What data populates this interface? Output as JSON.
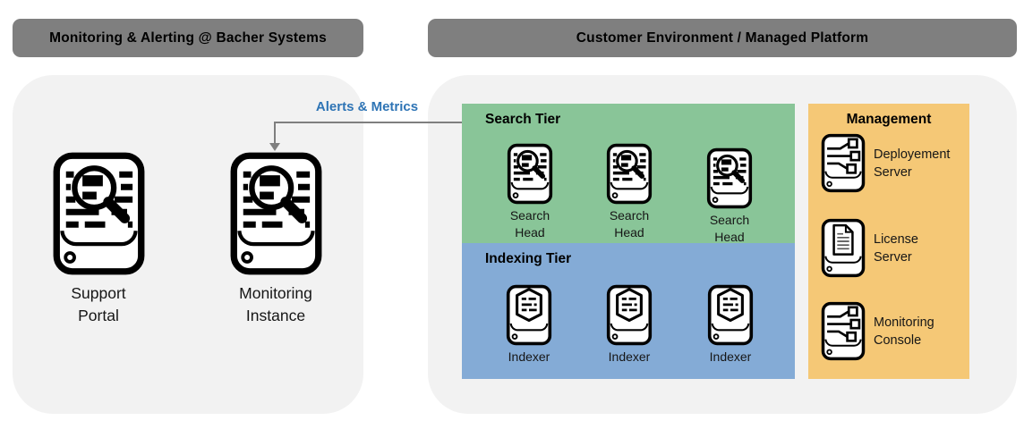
{
  "headers": {
    "monitoring": "Monitoring & Alerting @ Bacher Systems",
    "customer": "Customer Environment / Managed Platform"
  },
  "connector": {
    "label": "Alerts & Metrics"
  },
  "bacher": {
    "nodes": [
      {
        "label": "Support\nPortal",
        "icon": "search-document-appliance-icon"
      },
      {
        "label": "Monitoring\nInstance",
        "icon": "search-document-appliance-icon"
      }
    ]
  },
  "customer": {
    "search_tier": {
      "title": "Search Tier",
      "nodes": [
        {
          "label": "Search\nHead",
          "icon": "search-document-appliance-icon"
        },
        {
          "label": "Search\nHead",
          "icon": "search-document-appliance-icon"
        },
        {
          "label": "Search\nHead",
          "icon": "search-document-appliance-icon"
        }
      ]
    },
    "indexing_tier": {
      "title": "Indexing Tier",
      "nodes": [
        {
          "label": "Indexer",
          "icon": "indexer-hexagon-appliance-icon"
        },
        {
          "label": "Indexer",
          "icon": "indexer-hexagon-appliance-icon"
        },
        {
          "label": "Indexer",
          "icon": "indexer-hexagon-appliance-icon"
        }
      ]
    },
    "management": {
      "title": "Management",
      "nodes": [
        {
          "label": "Deployement\nServer",
          "icon": "deployment-topology-appliance-icon"
        },
        {
          "label": "License\nServer",
          "icon": "license-document-appliance-icon"
        },
        {
          "label": "Monitoring\nConsole",
          "icon": "deployment-topology-appliance-icon"
        }
      ]
    }
  },
  "colors": {
    "header_bg": "#7f7f7f",
    "panel_bg": "#f2f2f2",
    "search_tier_bg": "#89c598",
    "indexing_tier_bg": "#84abd6",
    "management_bg": "#f5c876",
    "connector_line": "#7f7f7f",
    "connector_label_text": "#2e74b5",
    "icon_fill": "#ffffff",
    "icon_stroke": "#000000"
  }
}
